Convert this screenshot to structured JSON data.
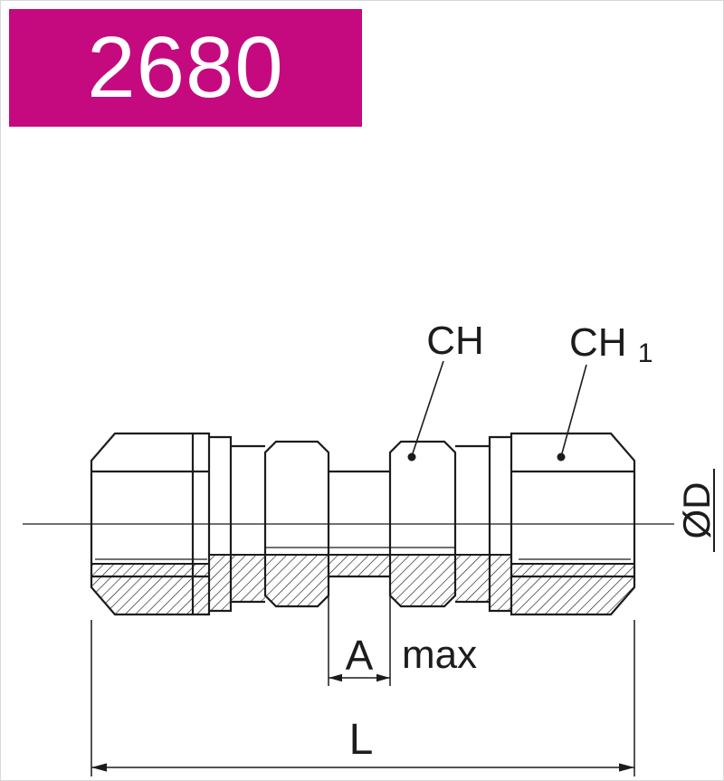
{
  "header": {
    "part_number": "2680"
  },
  "colors": {
    "accent": "#c40a7e",
    "line": "#1c1c1c",
    "background": "#ffffff",
    "label_on_accent": "#ffffff"
  },
  "drawing": {
    "labels": {
      "ch": "CH",
      "ch1_base": "CH",
      "ch1_sub": "1",
      "diameter": "ØD",
      "dim_a": "A",
      "dim_a_suffix": "max",
      "length": "L"
    }
  }
}
